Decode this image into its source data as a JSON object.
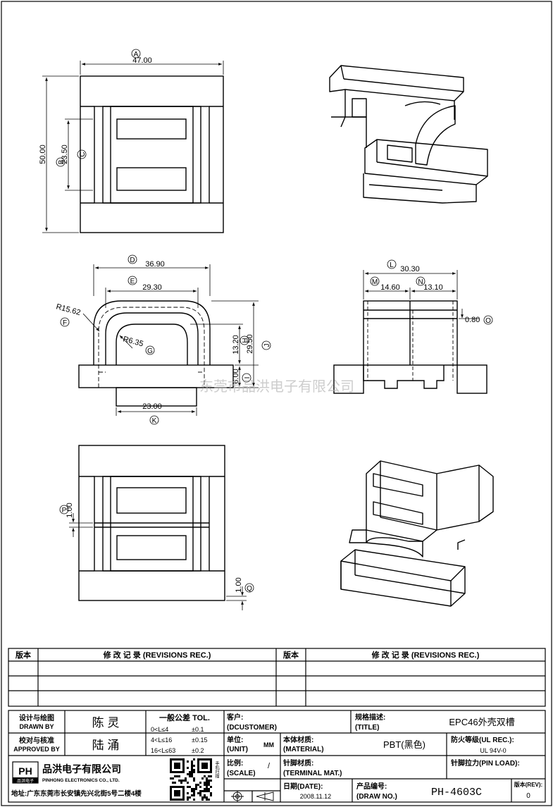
{
  "dims": {
    "A": {
      "tag": "A",
      "value": "47.00"
    },
    "B": {
      "tag": "B",
      "value": "50.00"
    },
    "C": {
      "tag": "C",
      "value": "23.50"
    },
    "D": {
      "tag": "D",
      "value": "36.90"
    },
    "E": {
      "tag": "E",
      "value": "29.30"
    },
    "F": {
      "tag": "F",
      "value": "R15.62"
    },
    "G": {
      "tag": "G",
      "value": "R6.35"
    },
    "H": {
      "tag": "H",
      "value": "13.20"
    },
    "I": {
      "tag": "I",
      "value": "6.00"
    },
    "J": {
      "tag": "J",
      "value": "29.50"
    },
    "K": {
      "tag": "K",
      "value": "23.00"
    },
    "L": {
      "tag": "L",
      "value": "30.30"
    },
    "M": {
      "tag": "M",
      "value": "14.60"
    },
    "N": {
      "tag": "N",
      "value": "13.10"
    },
    "O": {
      "tag": "O",
      "value": "0.80"
    },
    "P": {
      "tag": "P",
      "value": "1.00"
    },
    "Q": {
      "tag": "Q",
      "value": "1.00"
    }
  },
  "watermark": "东莞市品洪电子有限公司",
  "revisions": {
    "ver_header": "版本",
    "rec_header": "修 改 记 录 (REVISIONS REC.)"
  },
  "title_block": {
    "drawn_by_label_cn": "设计与绘图",
    "drawn_by_label_en": "DRAWN BY",
    "drawn_by": "陈 灵",
    "approved_label_cn": "校对与核准",
    "approved_label_en": "APPROVED BY",
    "approved_by": "陆 涌",
    "tol_title": "一般公差 TOL.",
    "tol_rows": [
      {
        "range": "0<L≤4",
        "tol": "±0.1"
      },
      {
        "range": "4<L≤16",
        "tol": "±0.15"
      },
      {
        "range": "16<L≤63",
        "tol": "±0.2"
      }
    ],
    "customer_cn": "客户:",
    "customer_en": "(DCUSTOMER)",
    "spec_cn": "规格描述:",
    "spec_en": "(TITLE)",
    "title": "EPC46外壳双槽",
    "unit_cn": "单位:",
    "unit_en": "(UNIT)",
    "unit": "MM",
    "material_cn": "本体材质:",
    "material_en": "(MATERIAL)",
    "material": "PBT(黑色)",
    "fire_cn": "防火等级(UL REC.):",
    "fire": "UL 94V-0",
    "scale_cn": "比例:",
    "scale_en": "(SCALE)",
    "scale": "/",
    "terminal_cn": "针脚材质:",
    "terminal_en": "(TERMINAL MAT.)",
    "pin_load": "针脚拉力(PIN LOAD):",
    "date_cn": "日期(DATE):",
    "date": "2008.11.12",
    "drawno_cn": "产品编号:",
    "drawno_en": "(DRAW NO.)",
    "drawno": "PH-4603C",
    "rev_cn": "版本(REV):",
    "rev": "0",
    "company_logo": "PH",
    "company_logo_sub": "品洪电子",
    "company_cn": "品洪电子有限公司",
    "company_en": "PINHONG ELECTRONICS CO., LTD.",
    "address": "地址:广东东莞市长安镇先兴北街5号二楼4楼",
    "qr_caption": "手机扫描"
  }
}
